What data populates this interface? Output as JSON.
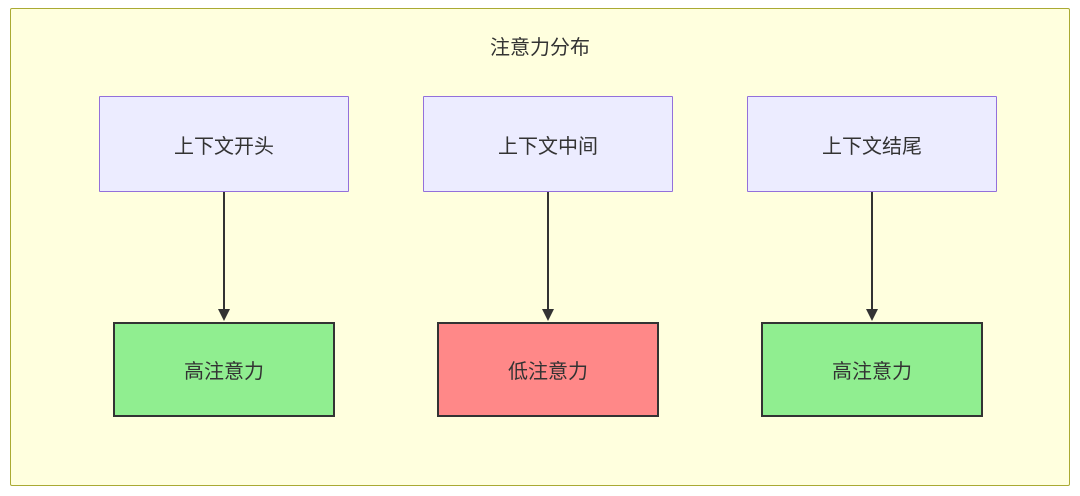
{
  "diagram": {
    "title": "注意力分布",
    "columns": [
      {
        "source": "上下文开头",
        "target": "高注意力",
        "level": "high"
      },
      {
        "source": "上下文中间",
        "target": "低注意力",
        "level": "low"
      },
      {
        "source": "上下文结尾",
        "target": "高注意力",
        "level": "high"
      }
    ],
    "colors": {
      "background": "#ffffde",
      "container_border": "#aaaa33",
      "source_fill": "#ececff",
      "source_border": "#9370db",
      "high_fill": "#90ee90",
      "low_fill": "#ff8888",
      "target_border": "#333333",
      "arrow": "#333333"
    }
  }
}
